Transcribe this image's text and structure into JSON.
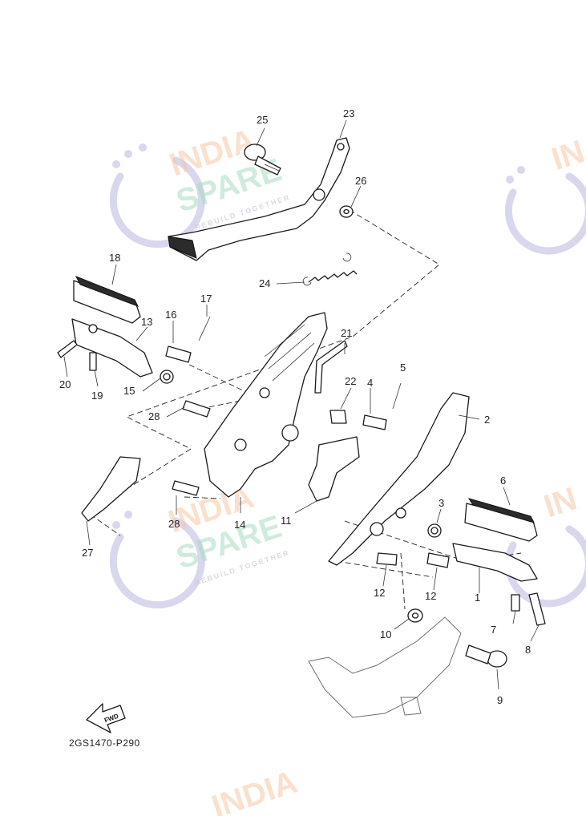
{
  "diagram": {
    "drawing_code": "2GS1470-P290",
    "fwd_label": "FWD",
    "watermark": {
      "brand_top": "INDIA",
      "brand_bottom": "SPARE",
      "tagline": "REBUILD TOGETHER"
    },
    "callouts": [
      {
        "n": "1"
      },
      {
        "n": "2"
      },
      {
        "n": "3"
      },
      {
        "n": "4"
      },
      {
        "n": "5"
      },
      {
        "n": "6"
      },
      {
        "n": "7"
      },
      {
        "n": "8"
      },
      {
        "n": "9"
      },
      {
        "n": "10"
      },
      {
        "n": "11"
      },
      {
        "n": "12"
      },
      {
        "n": "12"
      },
      {
        "n": "13"
      },
      {
        "n": "14"
      },
      {
        "n": "15"
      },
      {
        "n": "16"
      },
      {
        "n": "17"
      },
      {
        "n": "18"
      },
      {
        "n": "19"
      },
      {
        "n": "20"
      },
      {
        "n": "21"
      },
      {
        "n": "22"
      },
      {
        "n": "23"
      },
      {
        "n": "24"
      },
      {
        "n": "25"
      },
      {
        "n": "26"
      },
      {
        "n": "27"
      },
      {
        "n": "28"
      },
      {
        "n": "28"
      }
    ]
  }
}
